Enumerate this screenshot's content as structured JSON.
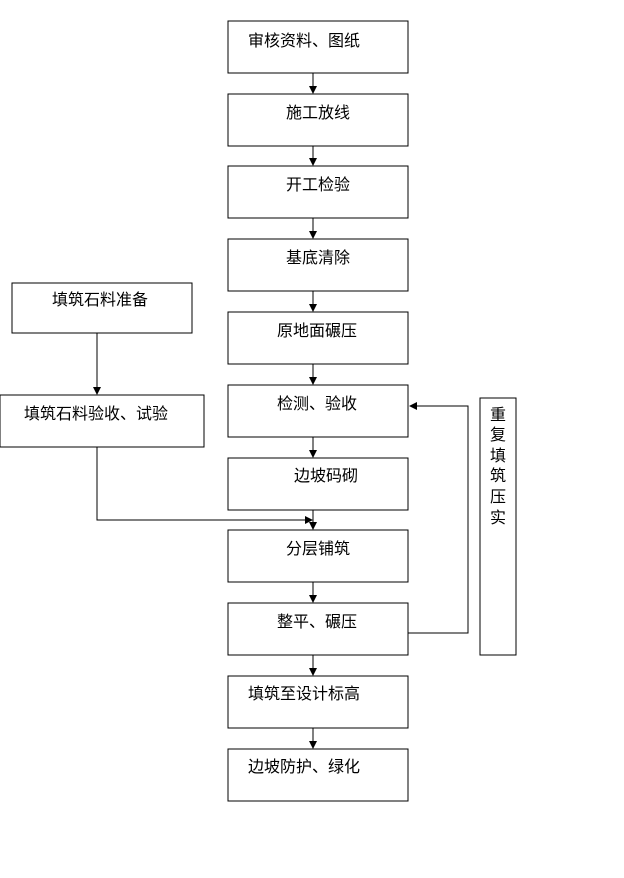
{
  "steps": [
    "审核资料、图纸",
    "施工放线",
    "开工检验",
    "基底清除",
    "原地面碾压",
    "检测、验收",
    "边坡码砌",
    "分层铺筑",
    "整平、碾压",
    "填筑至设计标高",
    "边坡防护、绿化"
  ],
  "side": {
    "prep": "填筑石料准备",
    "accept": "填筑石料验收、试验"
  },
  "loop": {
    "label_chars": [
      "重",
      "复",
      "填",
      "筑",
      "压",
      "实"
    ]
  }
}
